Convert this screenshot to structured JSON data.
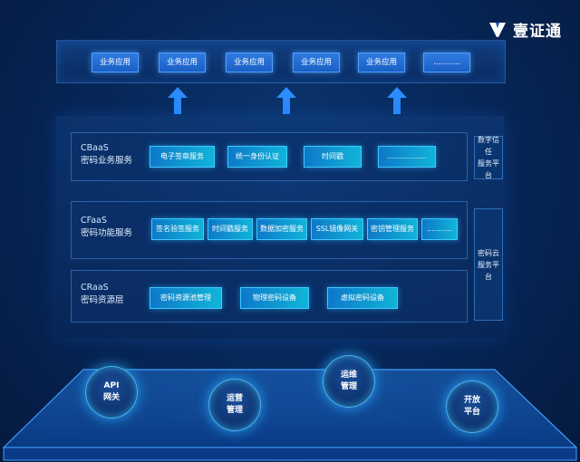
{
  "brand": {
    "name": "壹证通"
  },
  "app_layer": {
    "items": [
      "业务应用",
      "业务应用",
      "业务应用",
      "业务应用",
      "业务应用",
      "..........."
    ]
  },
  "layers": [
    {
      "code": "CBaaS",
      "name": "密码业务服务",
      "services": [
        "电子签章服务",
        "统一身份认证",
        "时间戳",
        "................."
      ]
    },
    {
      "code": "CFaaS",
      "name": "密码功能服务",
      "services": [
        "签名验签服务",
        "时间戳服务",
        "数据加密服务",
        "SSL镜像网关",
        "密钥管理服务",
        "..........."
      ]
    },
    {
      "code": "CRaaS",
      "name": "密码资源层",
      "services": [
        "密码资源池管理",
        "物理密码设备",
        "虚拟密码设备"
      ]
    }
  ],
  "side_panels": [
    {
      "line1": "数字信任",
      "line2": "服务平台"
    },
    {
      "line1": "密码云",
      "line2": "服务平台"
    }
  ],
  "bubbles": [
    {
      "line1": "API",
      "line2": "网关"
    },
    {
      "line1": "运营",
      "line2": "管理"
    },
    {
      "line1": "运维",
      "line2": "管理"
    },
    {
      "line1": "开放",
      "line2": "平台"
    }
  ],
  "colors": {
    "accent": "#11b5d8",
    "app_button": "#1a5fc4",
    "background": "#07285a"
  }
}
